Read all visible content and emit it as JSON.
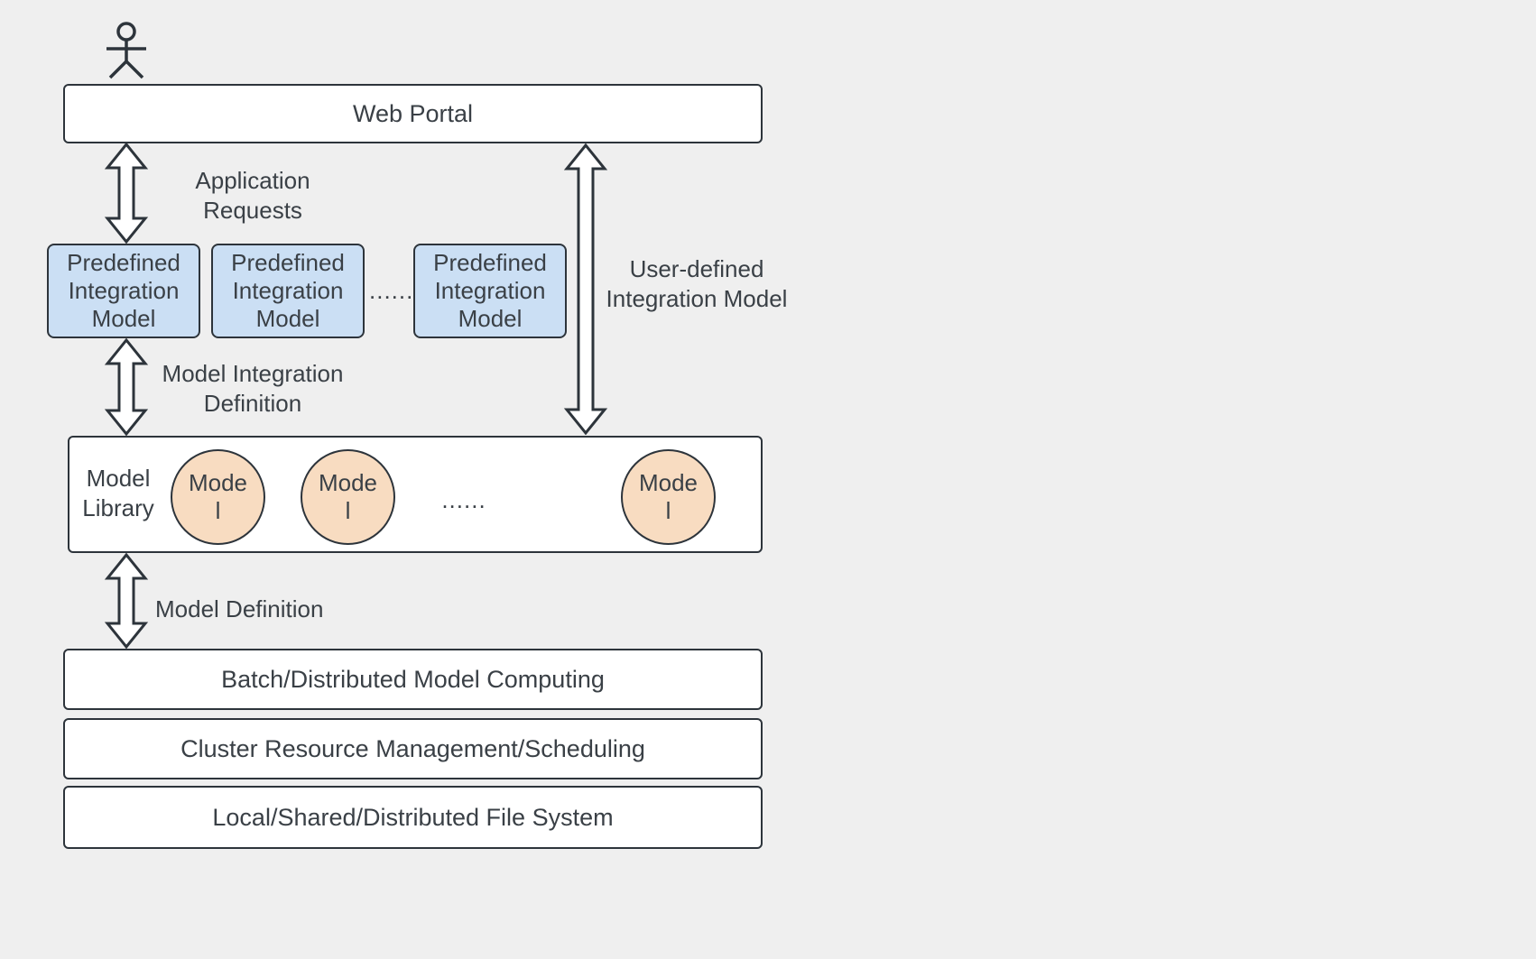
{
  "colors": {
    "background": "#efefef",
    "stroke": "#2d343b",
    "text": "#3a4046",
    "predefined_box_fill": "#cbdff4",
    "model_circle_fill": "#f8dcc1",
    "layer_box_fill": "#ffffff"
  },
  "actor": {
    "icon": "person-stick-figure"
  },
  "web_portal": {
    "label": "Web Portal"
  },
  "edge_labels": {
    "application_requests": [
      "Application",
      "Requests"
    ],
    "user_defined_integration_model": [
      "User-defined",
      "Integration Model"
    ],
    "model_integration_definition": [
      "Model Integration",
      "Definition"
    ],
    "model_definition": [
      "Model Definition"
    ]
  },
  "predefined_models": [
    {
      "lines": [
        "Predefined",
        "Integration",
        "Model"
      ]
    },
    {
      "lines": [
        "Predefined",
        "Integration",
        "Model"
      ]
    },
    {
      "lines": [
        "Predefined",
        "Integration",
        "Model"
      ]
    }
  ],
  "predefined_ellipsis": "......",
  "model_library": {
    "title_lines": [
      "Model",
      "Library"
    ],
    "models": [
      {
        "lines": [
          "Mode",
          "l"
        ]
      },
      {
        "lines": [
          "Mode",
          "l"
        ]
      },
      {
        "lines": [
          "Mode",
          "l"
        ]
      }
    ],
    "ellipsis": "......"
  },
  "layers": [
    {
      "label": "Batch/Distributed Model Computing"
    },
    {
      "label": "Cluster Resource Management/Scheduling"
    },
    {
      "label": "Local/Shared/Distributed File System"
    }
  ]
}
